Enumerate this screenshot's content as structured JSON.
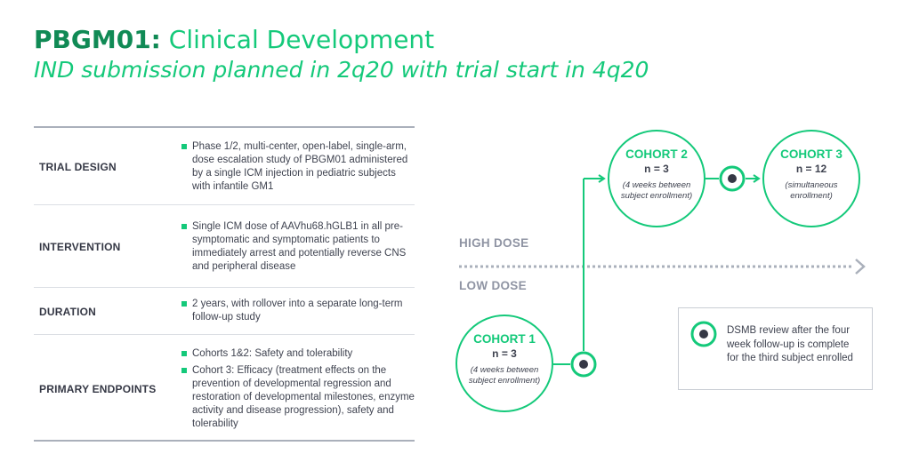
{
  "header": {
    "title_code": "PBGM01:",
    "title_rest": "Clinical Development",
    "subtitle": "IND submission planned in 2q20 with trial start in 4q20"
  },
  "table": {
    "rows": [
      {
        "label": "TRIAL DESIGN",
        "bullets": [
          "Phase 1/2, multi-center, open-label, single-arm, dose escalation study of PBGM01 administered by a single ICM injection in pediatric subjects with infantile GM1"
        ]
      },
      {
        "label": "INTERVENTION",
        "bullets": [
          "Single ICM dose of AAVhu68.hGLB1 in all pre-symptomatic and symptomatic patients to immediately arrest and potentially reverse CNS and peripheral disease"
        ]
      },
      {
        "label": "DURATION",
        "bullets": [
          "2 years, with rollover into a separate long-term follow-up study"
        ]
      },
      {
        "label": "PRIMARY ENDPOINTS",
        "bullets": [
          "Cohorts 1&2: Safety and tolerability",
          "Cohort 3: Efficacy (treatment effects on the prevention of developmental regression and restoration of developmental milestones, enzyme activity and disease progression), safety and tolerability"
        ]
      }
    ]
  },
  "diagram": {
    "high_dose": "HIGH DOSE",
    "low_dose": "LOW DOSE",
    "cohort1": {
      "name": "COHORT 1",
      "n": "n = 3",
      "note": "(4 weeks between subject enrollment)"
    },
    "cohort2": {
      "name": "COHORT 2",
      "n": "n = 3",
      "note": "(4 weeks between subject enrollment)"
    },
    "cohort3": {
      "name": "COHORT 3",
      "n": "n = 12",
      "note": "(simultaneous enrollment)"
    },
    "legend": "DSMB review after the four week follow-up is complete for the third subject enrolled"
  },
  "colors": {
    "accent": "#14c97a",
    "accent_dark": "#108a55",
    "gray": "#8f94a3",
    "text": "#3f4350"
  }
}
